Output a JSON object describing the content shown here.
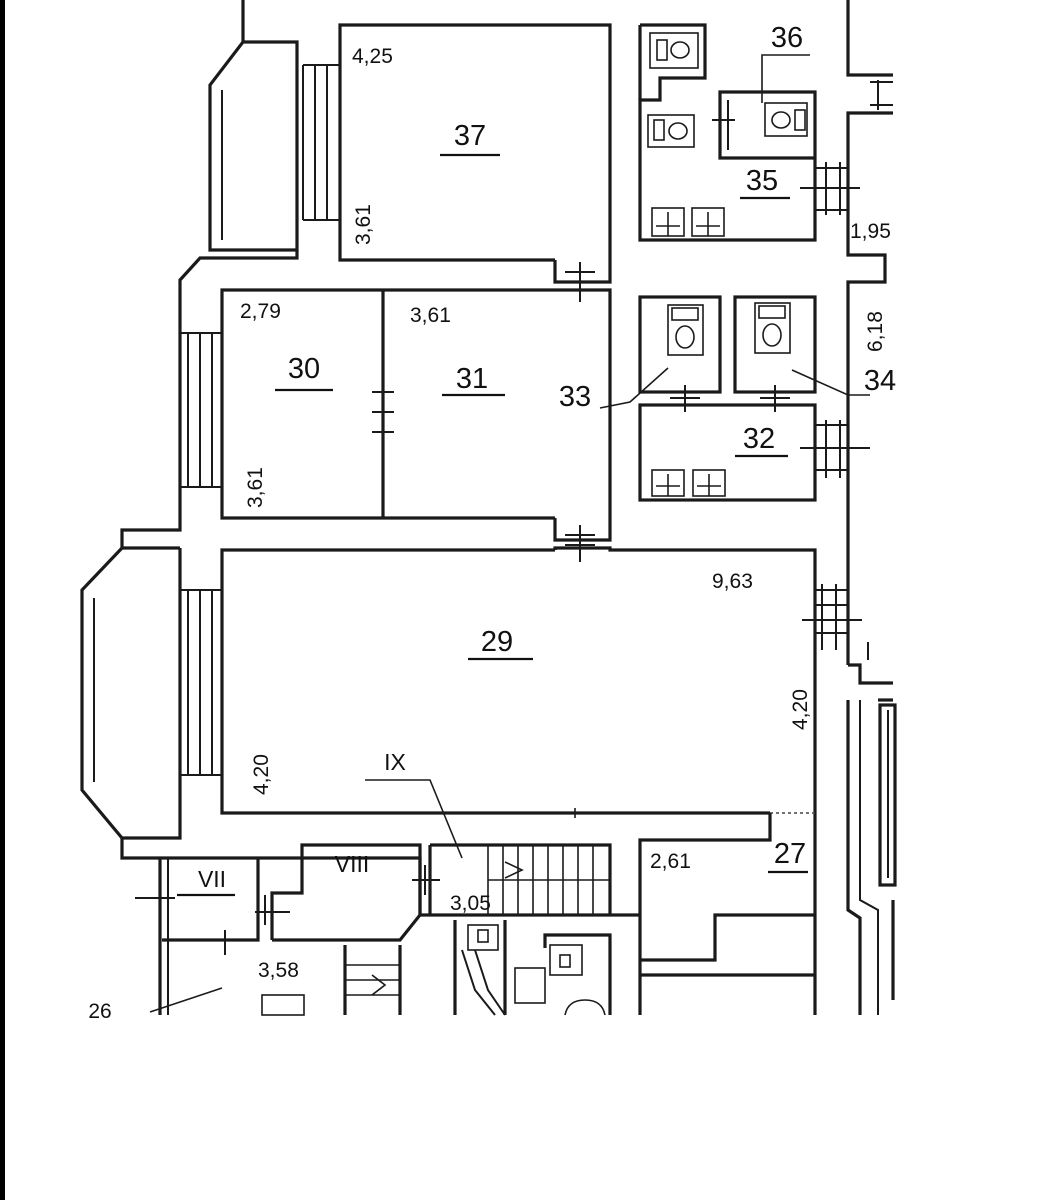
{
  "rooms": {
    "r37": "37",
    "r36": "36",
    "r35": "35",
    "r30": "30",
    "r31": "31",
    "r33": "33",
    "r34": "34",
    "r32": "32",
    "r29": "29",
    "r27": "27",
    "r26": "26",
    "rVII": "VII",
    "rVIII": "VIII",
    "rIX": "IX"
  },
  "dimensions": {
    "d1": "4,25",
    "d2": "3,61",
    "d3": "1,95",
    "d4": "2,79",
    "d5": "3,61",
    "d6": "3,61",
    "d7": "6,18",
    "d8": "9,63",
    "d9": "4,20",
    "d10": "4,20",
    "d11": "2,61",
    "d12": "3,05",
    "d13": "3,58"
  },
  "colors": {
    "line": "#1a1a1a",
    "background": "#ffffff",
    "frame": "#000000"
  }
}
